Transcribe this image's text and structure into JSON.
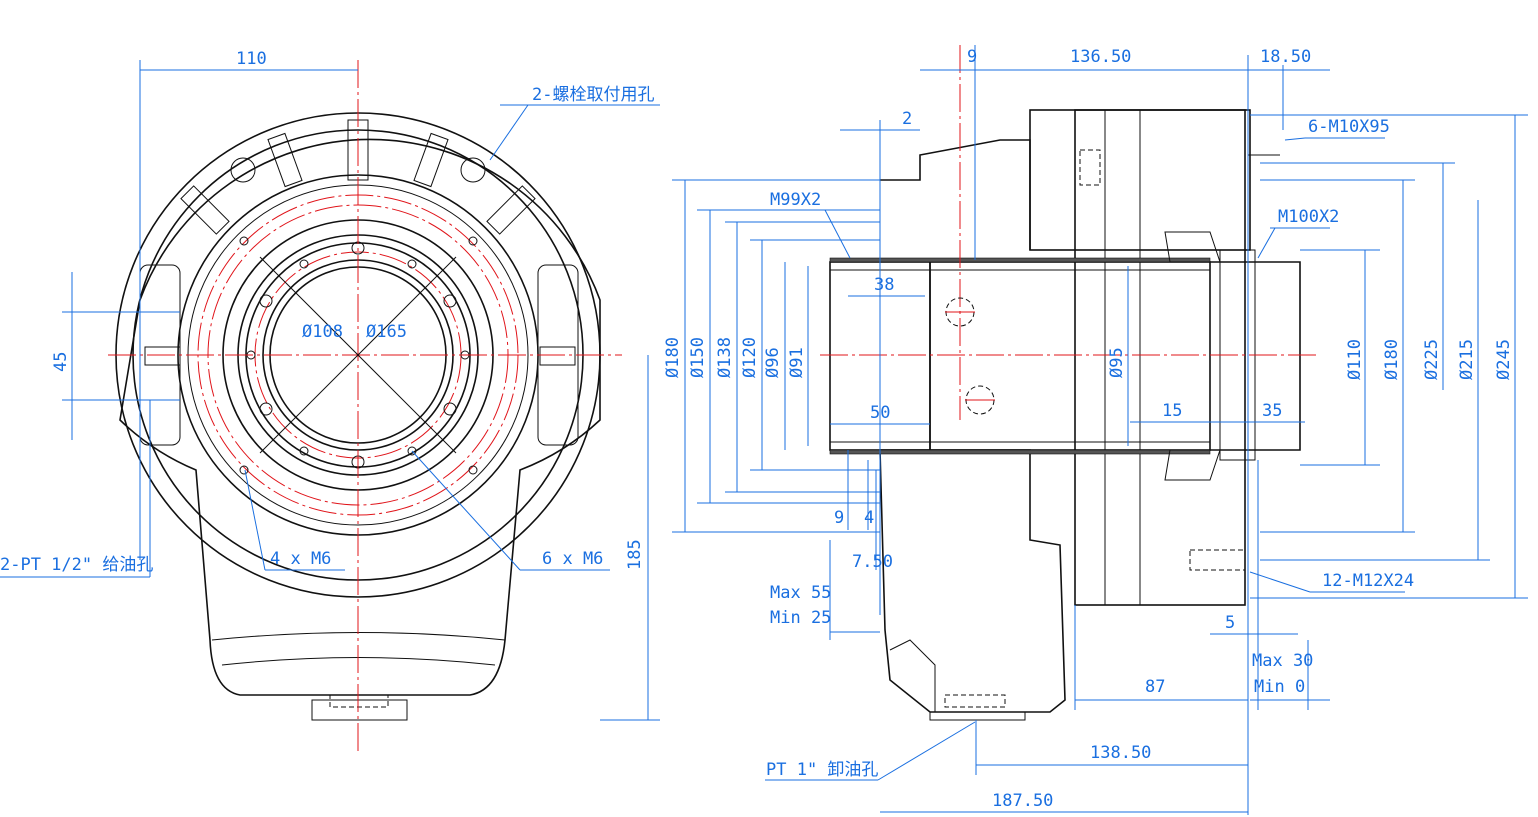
{
  "front_view": {
    "width_110": "110",
    "bolt_hole_note": "2-螺栓取付用孔",
    "dim_45": "45",
    "dia_108": "Ø108",
    "dia_165": "Ø165",
    "oil_fill_note": "2-PT 1/2\" 给油孔",
    "thread_4xM6": "4 x  M6",
    "thread_6xM6": "6 x  M6",
    "height_185": "185"
  },
  "side_view": {
    "dim_9_top": "9",
    "dim_136_50": "136.50",
    "dim_18_50": "18.50",
    "dim_2": "2",
    "bolt_6_M10X95": "6-M10X95",
    "thread_M99X2": "M99X2",
    "thread_M100X2": "M100X2",
    "dim_38": "38",
    "left_diameters": [
      "Ø180",
      "Ø150",
      "Ø138",
      "Ø120",
      "Ø96",
      "Ø91"
    ],
    "dia_95": "Ø95",
    "dim_50": "50",
    "dim_15": "15",
    "dim_35": "35",
    "right_diameters": [
      "Ø110",
      "Ø180",
      "Ø225",
      "Ø215",
      "Ø245"
    ],
    "dim_9_bottom": "9",
    "dim_4": "4",
    "dim_7_50": "7.50",
    "max_55": "Max 55",
    "min_25": "Min 25",
    "bolt_12_M12X24": "12-M12X24",
    "dim_5": "5",
    "max_30": "Max 30",
    "min_0": "Min 0",
    "dim_87": "87",
    "dim_138_50": "138.50",
    "oil_drain_note": "PT 1\" 卸油孔",
    "dim_187_50": "187.50"
  }
}
